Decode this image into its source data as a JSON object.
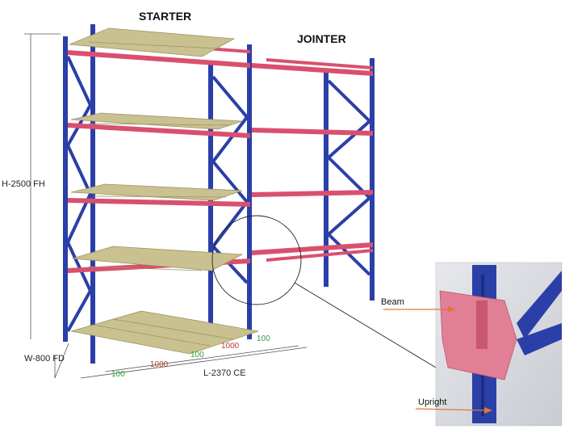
{
  "labels": {
    "starter": "STARTER",
    "jointer": "JOINTER",
    "height": "H-2500 FH",
    "width": "W-800 FD",
    "length": "L-2370 CE",
    "beam": "Beam",
    "upright": "Upright"
  },
  "dimensions": {
    "small_1": "100",
    "small_2": "100",
    "small_3": "100",
    "large_1": "1000",
    "large_2": "1000"
  },
  "colors": {
    "upright": "#2b3fa8",
    "beam": "#d9506e",
    "pallet": "#c9c18f",
    "green_dim": "#2e9e3e",
    "red_dim": "#c0392b",
    "callout_line": "#e0773a"
  }
}
